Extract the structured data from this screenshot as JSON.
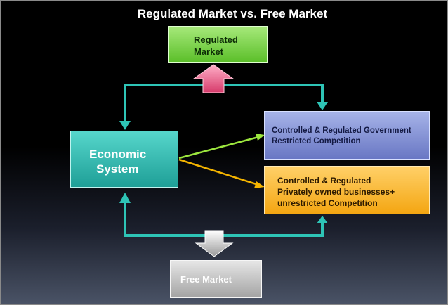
{
  "title": "Regulated Market vs. Free Market",
  "nodes": {
    "regulated": {
      "lines": [
        "Regulated",
        "Market"
      ]
    },
    "economic": {
      "lines": [
        "Economic",
        "System"
      ]
    },
    "government": {
      "lines": [
        "Controlled & Regulated Government",
        "Restricted Competition"
      ]
    },
    "private": {
      "lines": [
        "Controlled & Regulated",
        "Privately owned businesses+",
        "unrestricted Competition"
      ]
    },
    "free": {
      "lines": [
        "Free Market"
      ]
    }
  },
  "colors": {
    "teal_connector": "#2ec4b6",
    "green_arrow": "#9ce63e",
    "orange_arrow": "#f4b400",
    "up_arrow": "#e8507e",
    "down_arrow": "#c8c8c8"
  }
}
